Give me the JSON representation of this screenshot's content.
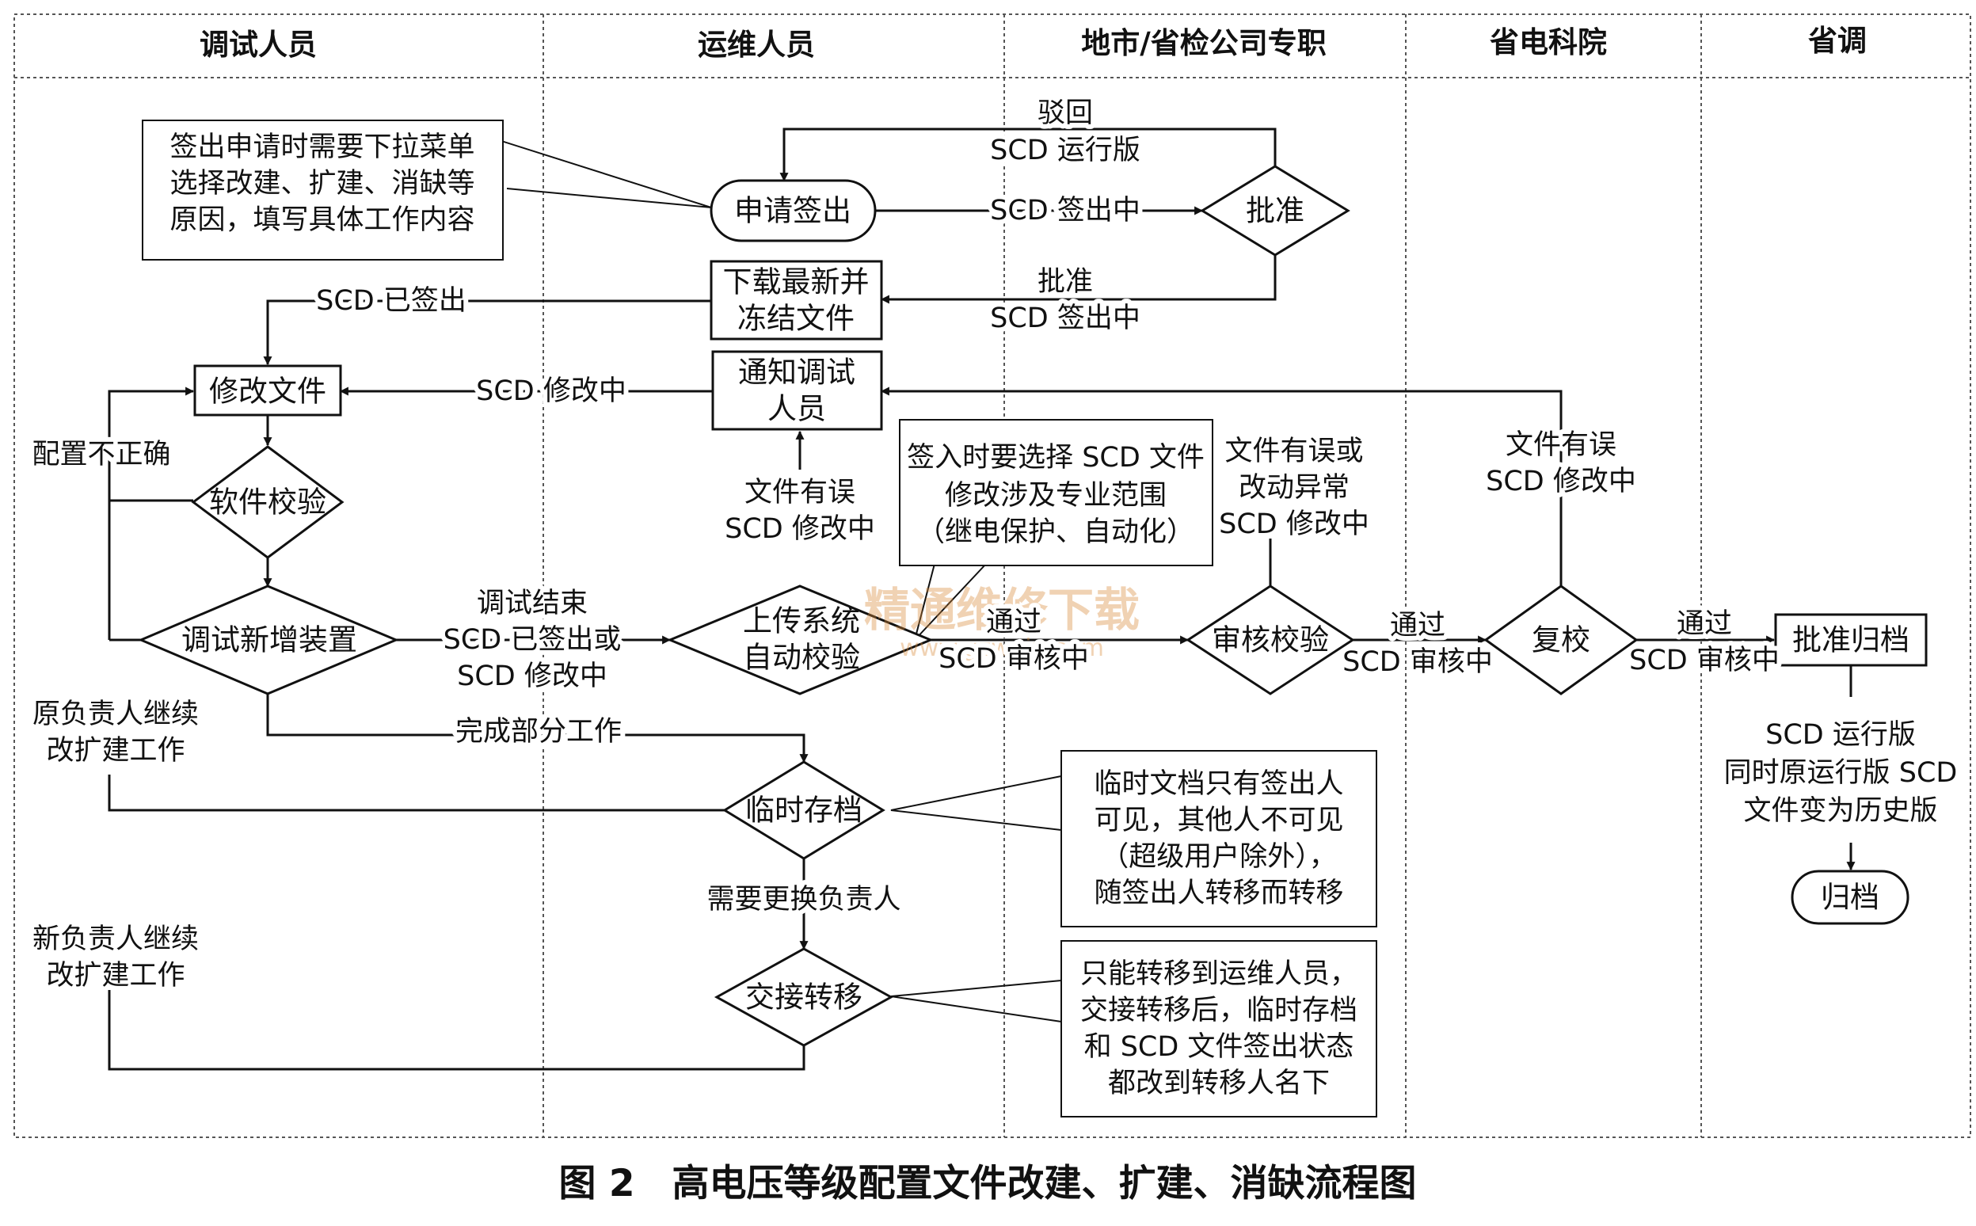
{
  "lanes": [
    "调试人员",
    "运维人员",
    "地市/省检公司专职",
    "省电科院",
    "省调"
  ],
  "nodes": {
    "apply_checkout": "申请签出",
    "approve": "批准",
    "download_freeze": [
      "下载最新并",
      "冻结文件"
    ],
    "modify_file": "修改文件",
    "notify_debugger": [
      "通知调试",
      "人员"
    ],
    "software_check": "软件校验",
    "debug_new_device": "调试新增装置",
    "upload_autocheck": [
      "上传系统",
      "自动校验"
    ],
    "review_check": "审核校验",
    "recheck": "复校",
    "approve_archive": "批准归档",
    "temp_save": "临时存档",
    "handover": "交接转移",
    "archive": "归档"
  },
  "edge_labels": {
    "reject": [
      "驳回",
      "SCD 运行版"
    ],
    "scd_checking_out": "SCD 签出中",
    "approved": [
      "批准",
      "SCD 签出中"
    ],
    "scd_checked_out": "SCD 已签出",
    "scd_modifying": "SCD 修改中",
    "config_incorrect": "配置不正确",
    "file_error_ops": [
      "文件有误",
      "SCD 修改中"
    ],
    "file_error_review": [
      "文件有误或",
      "改动异常",
      "SCD 修改中"
    ],
    "file_error_recheck": [
      "文件有误",
      "SCD 修改中"
    ],
    "debug_end": [
      "调试结束",
      "SCD 已签出或",
      "SCD 修改中"
    ],
    "pass_1": [
      "通过",
      "SCD 审核中"
    ],
    "pass_2": [
      "通过",
      "SCD 审核中"
    ],
    "pass_3": [
      "通过",
      "SCD 审核中"
    ],
    "partial_done": "完成部分工作",
    "change_owner": "需要更换负责人",
    "orig_owner": [
      "原负责人继续",
      "改扩建工作"
    ],
    "new_owner": [
      "新负责人继续",
      "改扩建工作"
    ],
    "run_version": [
      "SCD 运行版",
      "同时原运行版 SCD",
      "文件变为历史版"
    ]
  },
  "notes": {
    "checkout_note": [
      "签出申请时需要下拉菜单",
      "选择改建、扩建、消缺等",
      "原因，填写具体工作内容"
    ],
    "checkin_note": [
      "签入时要选择 SCD 文件",
      "修改涉及专业范围",
      "（继电保护、自动化）"
    ],
    "temp_note": [
      "临时文档只有签出人",
      "可见，其他人不可见",
      "（超级用户除外），",
      "随签出人转移而转移"
    ],
    "handover_note": [
      "只能转移到运维人员，",
      "交接转移后，临时存档",
      "和 SCD 文件签出状态",
      "都改到转移人名下"
    ]
  },
  "watermark": "精通维修下载",
  "watermark_url": "www.gzweix.com",
  "caption": "图 2　高电压等级配置文件改建、扩建、消缺流程图"
}
